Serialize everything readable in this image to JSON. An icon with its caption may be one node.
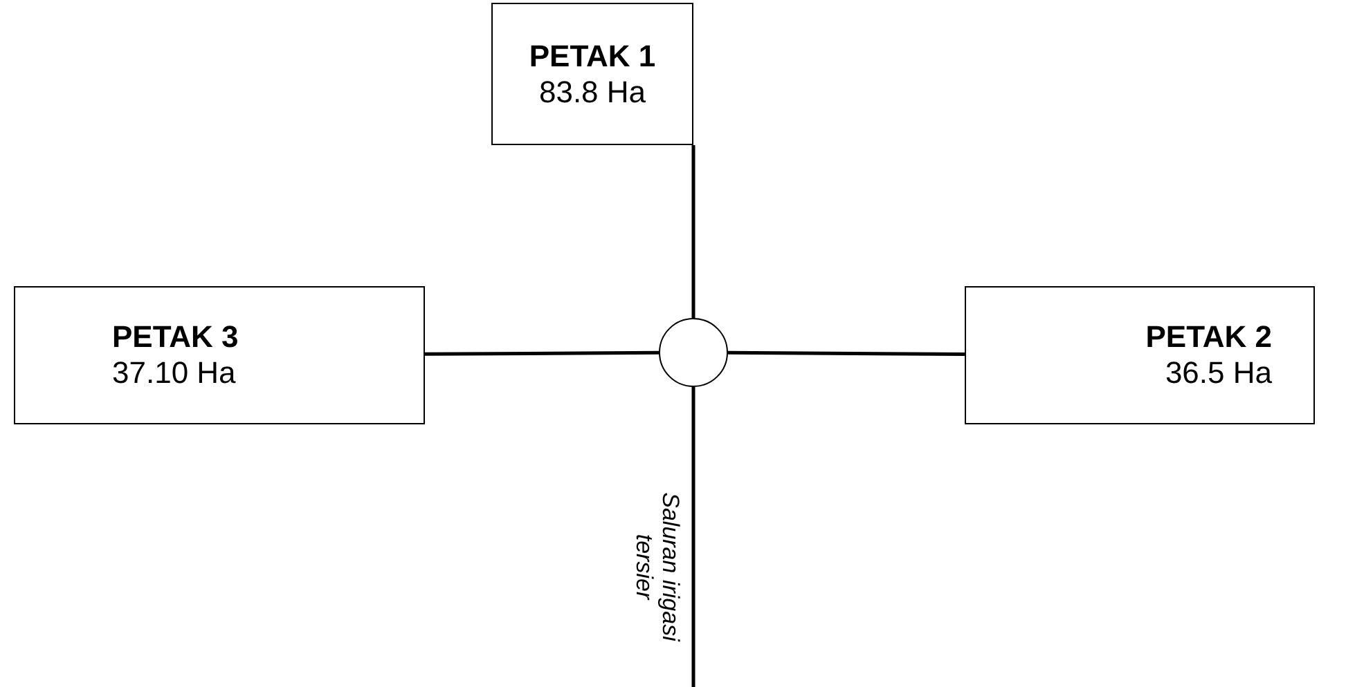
{
  "diagram": {
    "nodes": [
      {
        "text": [
          "PETAK 1",
          "83.8 Ha"
        ]
      },
      {
        "text": [
          "PETAK 3",
          "37.10 Ha"
        ]
      },
      {
        "text": [],
        "shape": "circle"
      },
      {
        "text": [
          "PETAK 2",
          "36.5 Ha"
        ]
      }
    ],
    "edges": [
      {
        "from": 0,
        "to": 2,
        "arrow": "none"
      },
      {
        "from": 1,
        "to": 2,
        "arrow": "none"
      },
      {
        "from": 3,
        "to": 2,
        "arrow": "none"
      },
      {
        "from": 2,
        "to": null,
        "arrow": "none",
        "label": "Saluran irigasi tersier"
      }
    ]
  }
}
